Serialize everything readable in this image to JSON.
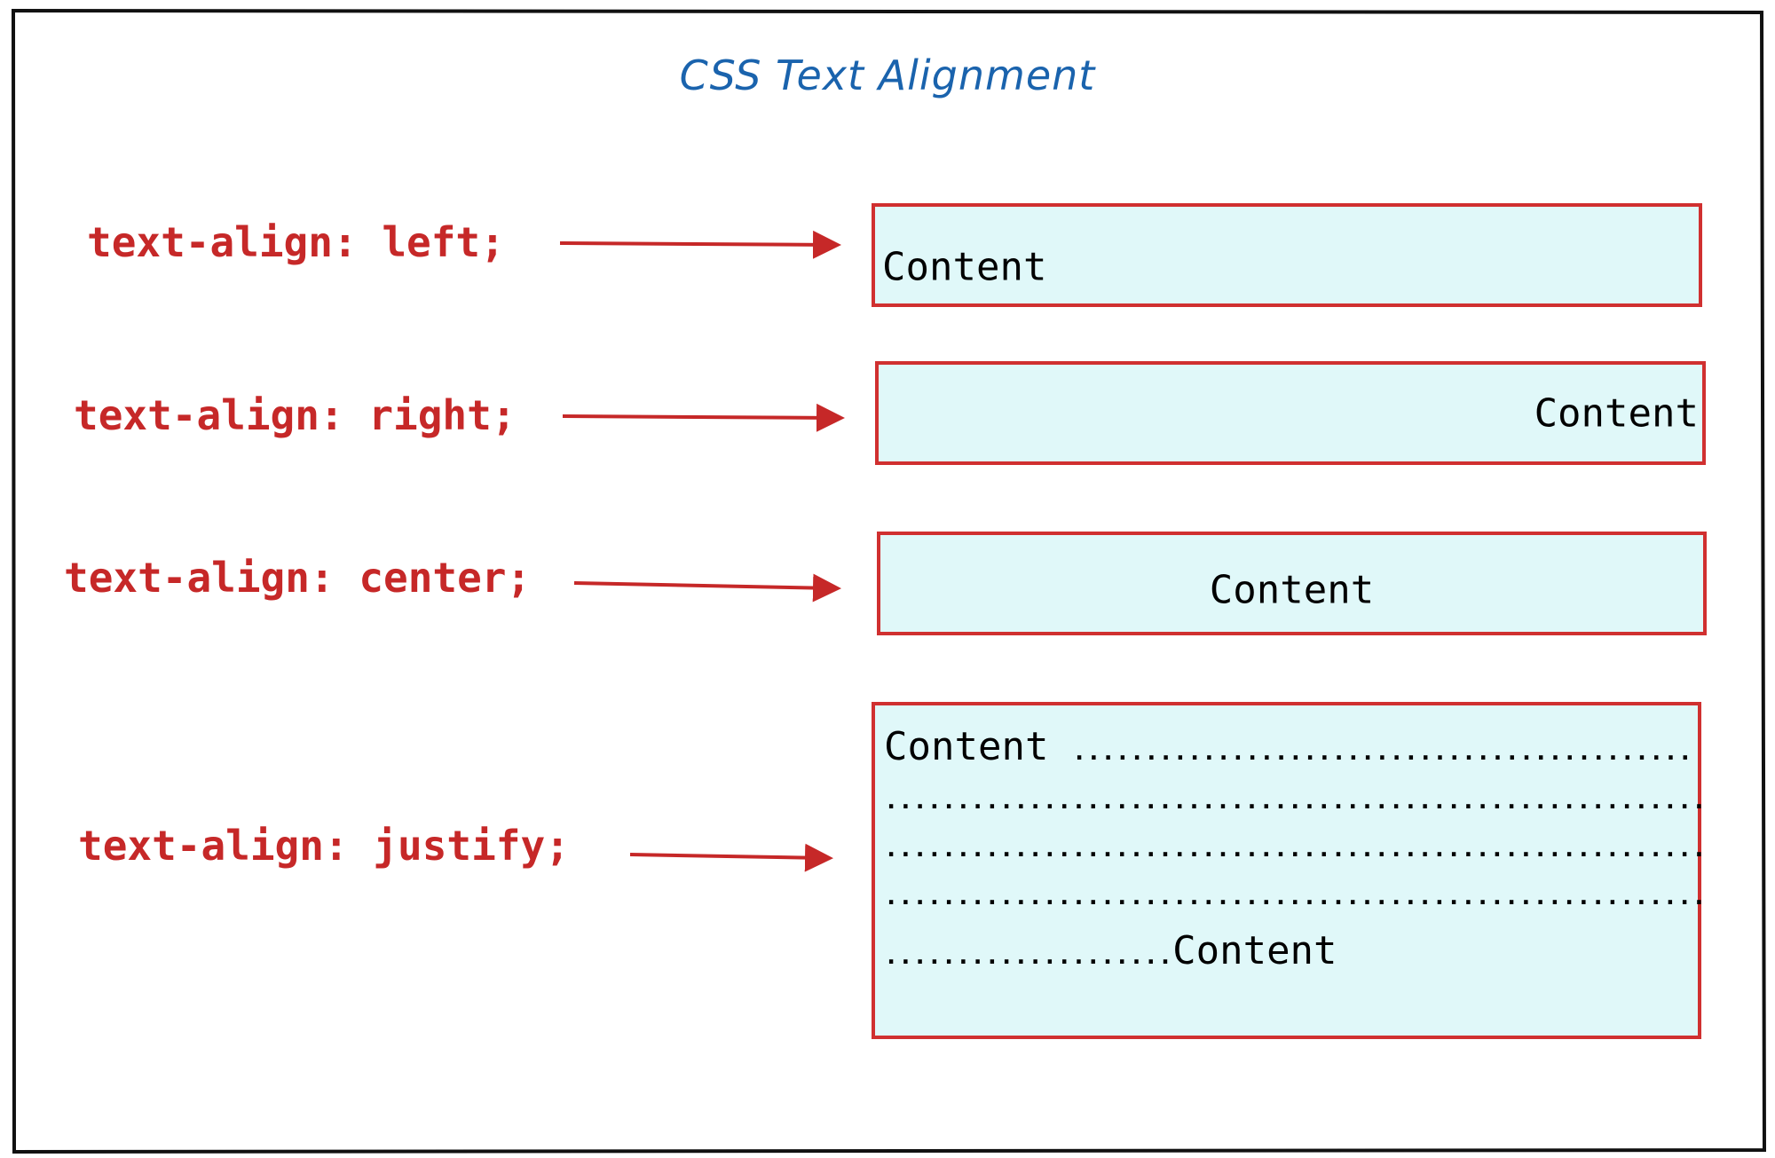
{
  "title": "CSS Text Alignment",
  "rows": [
    {
      "label": "text-align: left;",
      "content": "Content"
    },
    {
      "label": "text-align: right;",
      "content": "Content"
    },
    {
      "label": "text-align: center;",
      "content": "Content"
    },
    {
      "label": "text-align: justify;",
      "content_start": "Content",
      "content_end": "Content"
    }
  ],
  "dots": {
    "line1": "...........................................",
    "line2": ".........................................................",
    "line3": ".........................................................",
    "line4": ".........................................................",
    "line5": "...................."
  },
  "colors": {
    "title": "#1a63ad",
    "label": "#c62828",
    "box_border": "#d03030",
    "box_fill": "#e0f8f9"
  }
}
